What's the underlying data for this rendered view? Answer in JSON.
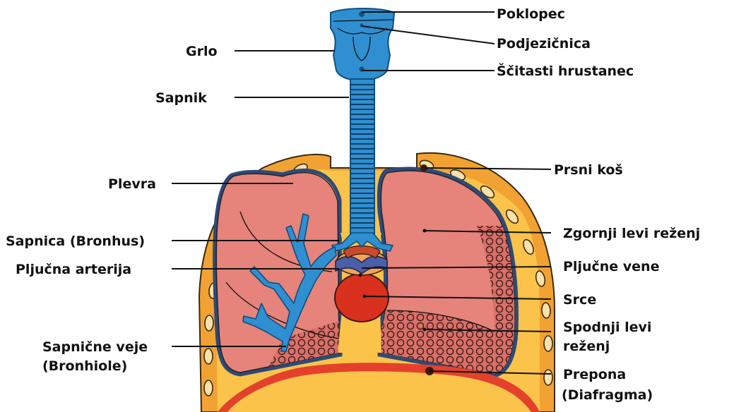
{
  "labels": {
    "poklopec": "Poklopec",
    "podjeznicnica": "Podjezičnica",
    "scitasti": "Ščitasti hrustanec",
    "grlo": "Grlo",
    "sapnik": "Sapnik",
    "prsni_kos": "Prsni koš",
    "plevra": "Plevra",
    "zgornji": "Zgornji levi reženj",
    "sapnica": "Sapnica (Bronhus)",
    "pljucna_arterija": "Pljučna arterija",
    "pljucne_vene": "Pljučne vene",
    "srce": "Srce",
    "spodnji_1": "Spodnji levi",
    "spodnji_2": "reženj",
    "bronhiole_1": "Sapnične veje",
    "bronhiole_2": "(Bronhiole)",
    "prepona_1": "Prepona",
    "prepona_2": "(Diafragma)"
  },
  "colors": {
    "airway_blue": "#2f8fd0",
    "airway_outline": "#0f4f7f",
    "lung_pink": "#e6837b",
    "chest_orange": "#f2a233",
    "pad_yellow": "#fbc34a",
    "heart_red": "#d9311d",
    "diaphragm_red": "#e4412c",
    "vein_blue": "#4a5fa8"
  }
}
